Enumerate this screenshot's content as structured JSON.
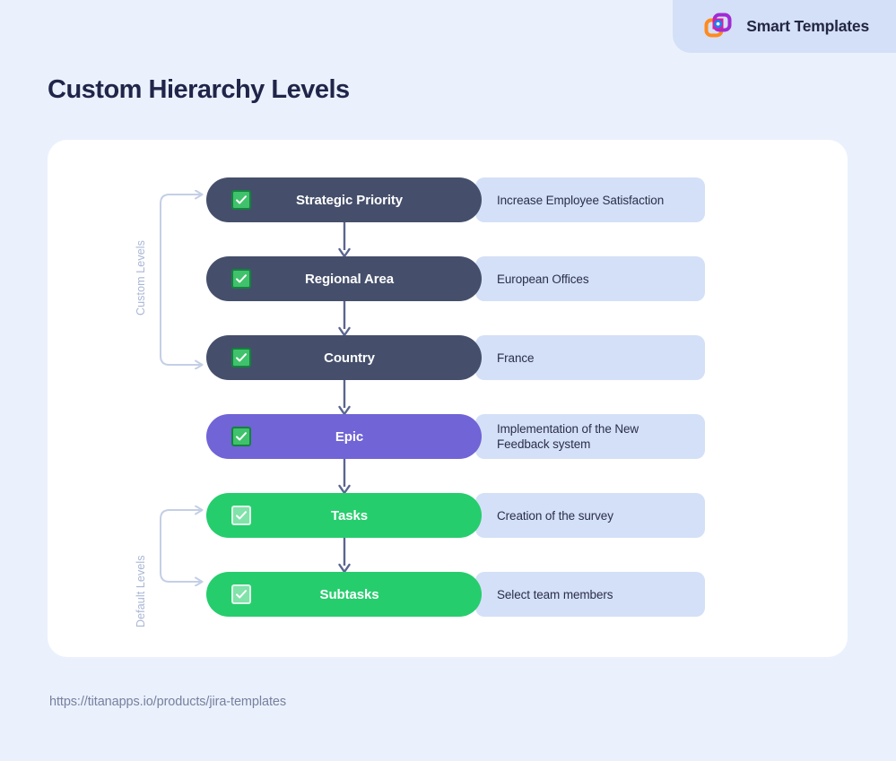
{
  "brand": {
    "name": "Smart Templates",
    "logo_icon": "smart-templates-logo-icon",
    "badge_color": "#d4e0f7"
  },
  "page": {
    "title": "Custom Hierarchy Levels",
    "background_color": "#eaf1fd",
    "card_color": "#ffffff",
    "footer_url": "https://titanapps.io/products/jira-templates"
  },
  "brackets": [
    {
      "label": "Custom Levels",
      "color": "#c4cfe6"
    },
    {
      "label": "Default Levels",
      "color": "#c4cfe6"
    }
  ],
  "levels": [
    {
      "name": "Strategic Priority",
      "example": "Increase Employee Satisfaction",
      "pill_color": "#454f6b",
      "checkbox_style": "dark",
      "group": "Custom Levels"
    },
    {
      "name": "Regional Area",
      "example": "European Offices",
      "pill_color": "#454f6b",
      "checkbox_style": "dark",
      "group": "Custom Levels"
    },
    {
      "name": "Country",
      "example": "France",
      "pill_color": "#454f6b",
      "checkbox_style": "dark",
      "group": "Custom Levels"
    },
    {
      "name": "Epic",
      "example": "Implementation of the New\nFeedback system",
      "pill_color": "#7064d6",
      "checkbox_style": "dark",
      "group": "Default Levels"
    },
    {
      "name": "Tasks",
      "example": "Creation of the survey",
      "pill_color": "#26cd6d",
      "checkbox_style": "light",
      "group": "Default Levels"
    },
    {
      "name": "Subtasks",
      "example": "Select team members",
      "pill_color": "#26cd6d",
      "checkbox_style": "light",
      "group": "Default Levels"
    }
  ],
  "connectors": {
    "arrow_color": "#5a6590",
    "count": 5
  }
}
